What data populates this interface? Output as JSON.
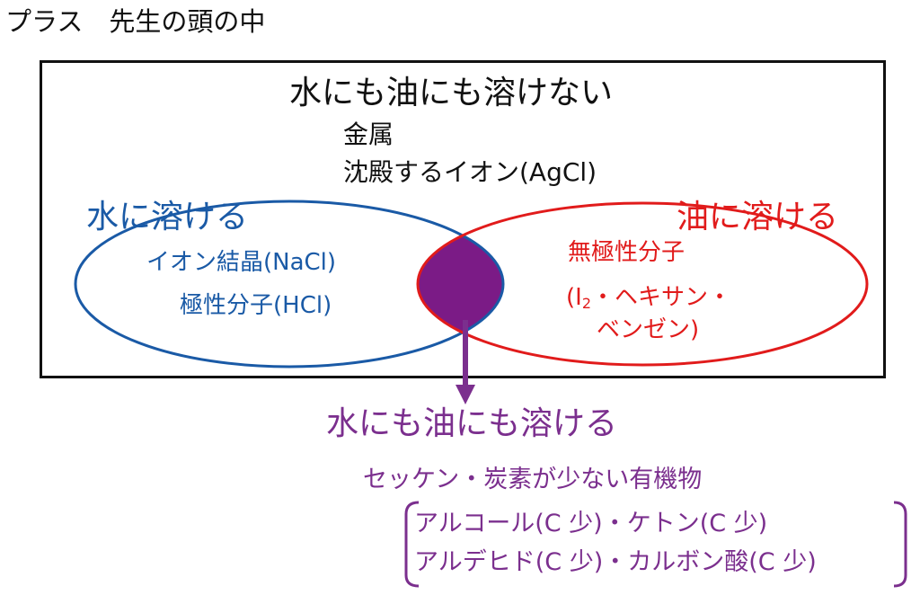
{
  "heading": "プラス　先生の頭の中",
  "colors": {
    "water": "#1a5aa6",
    "oil": "#e11b1b",
    "both": "#7b2f8e",
    "overlap_fill": "#7b1b86",
    "border": "#111111"
  },
  "neither": {
    "title": "水にも油にも溶けない",
    "items": [
      "金属",
      "沈殿するイオン(AgCl)"
    ]
  },
  "water": {
    "title": "水に溶ける",
    "items": [
      "イオン結晶(NaCl)",
      "極性分子(HCl)"
    ]
  },
  "oil": {
    "title": "油に溶ける",
    "items": [
      "無極性分子",
      "(I",
      "2",
      "・ヘキサン・",
      "ベンゼン)"
    ]
  },
  "both": {
    "title": "水にも油にも溶ける",
    "subtitle": "セッケン・炭素が少ない有機物",
    "bracket_items": [
      "アルコール(C 少)・ケトン(C 少)",
      "アルデヒド(C 少)・カルボン酸(C 少)"
    ]
  },
  "icons": {
    "arrow": "down-arrow-icon"
  }
}
